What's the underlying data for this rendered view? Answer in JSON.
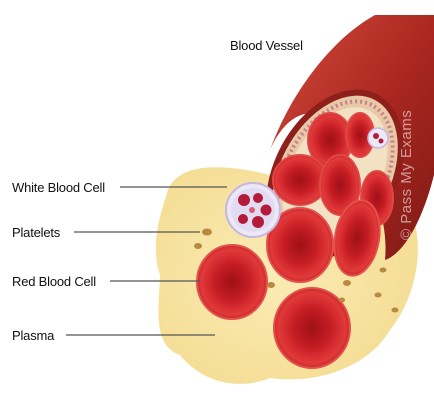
{
  "labels": {
    "blood_vessel": "Blood Vessel",
    "white_blood_cell": "White Blood Cell",
    "platelets": "Platelets",
    "red_blood_cell": "Red Blood Cell",
    "plasma": "Plasma"
  },
  "watermark": "© Pass My Exams",
  "colors": {
    "plasma": "#f7e6a6",
    "vessel": "#b5312a",
    "rbc": "#d42a2e",
    "wbc_body": "#ece8f6",
    "platelet": "#b8893e"
  }
}
